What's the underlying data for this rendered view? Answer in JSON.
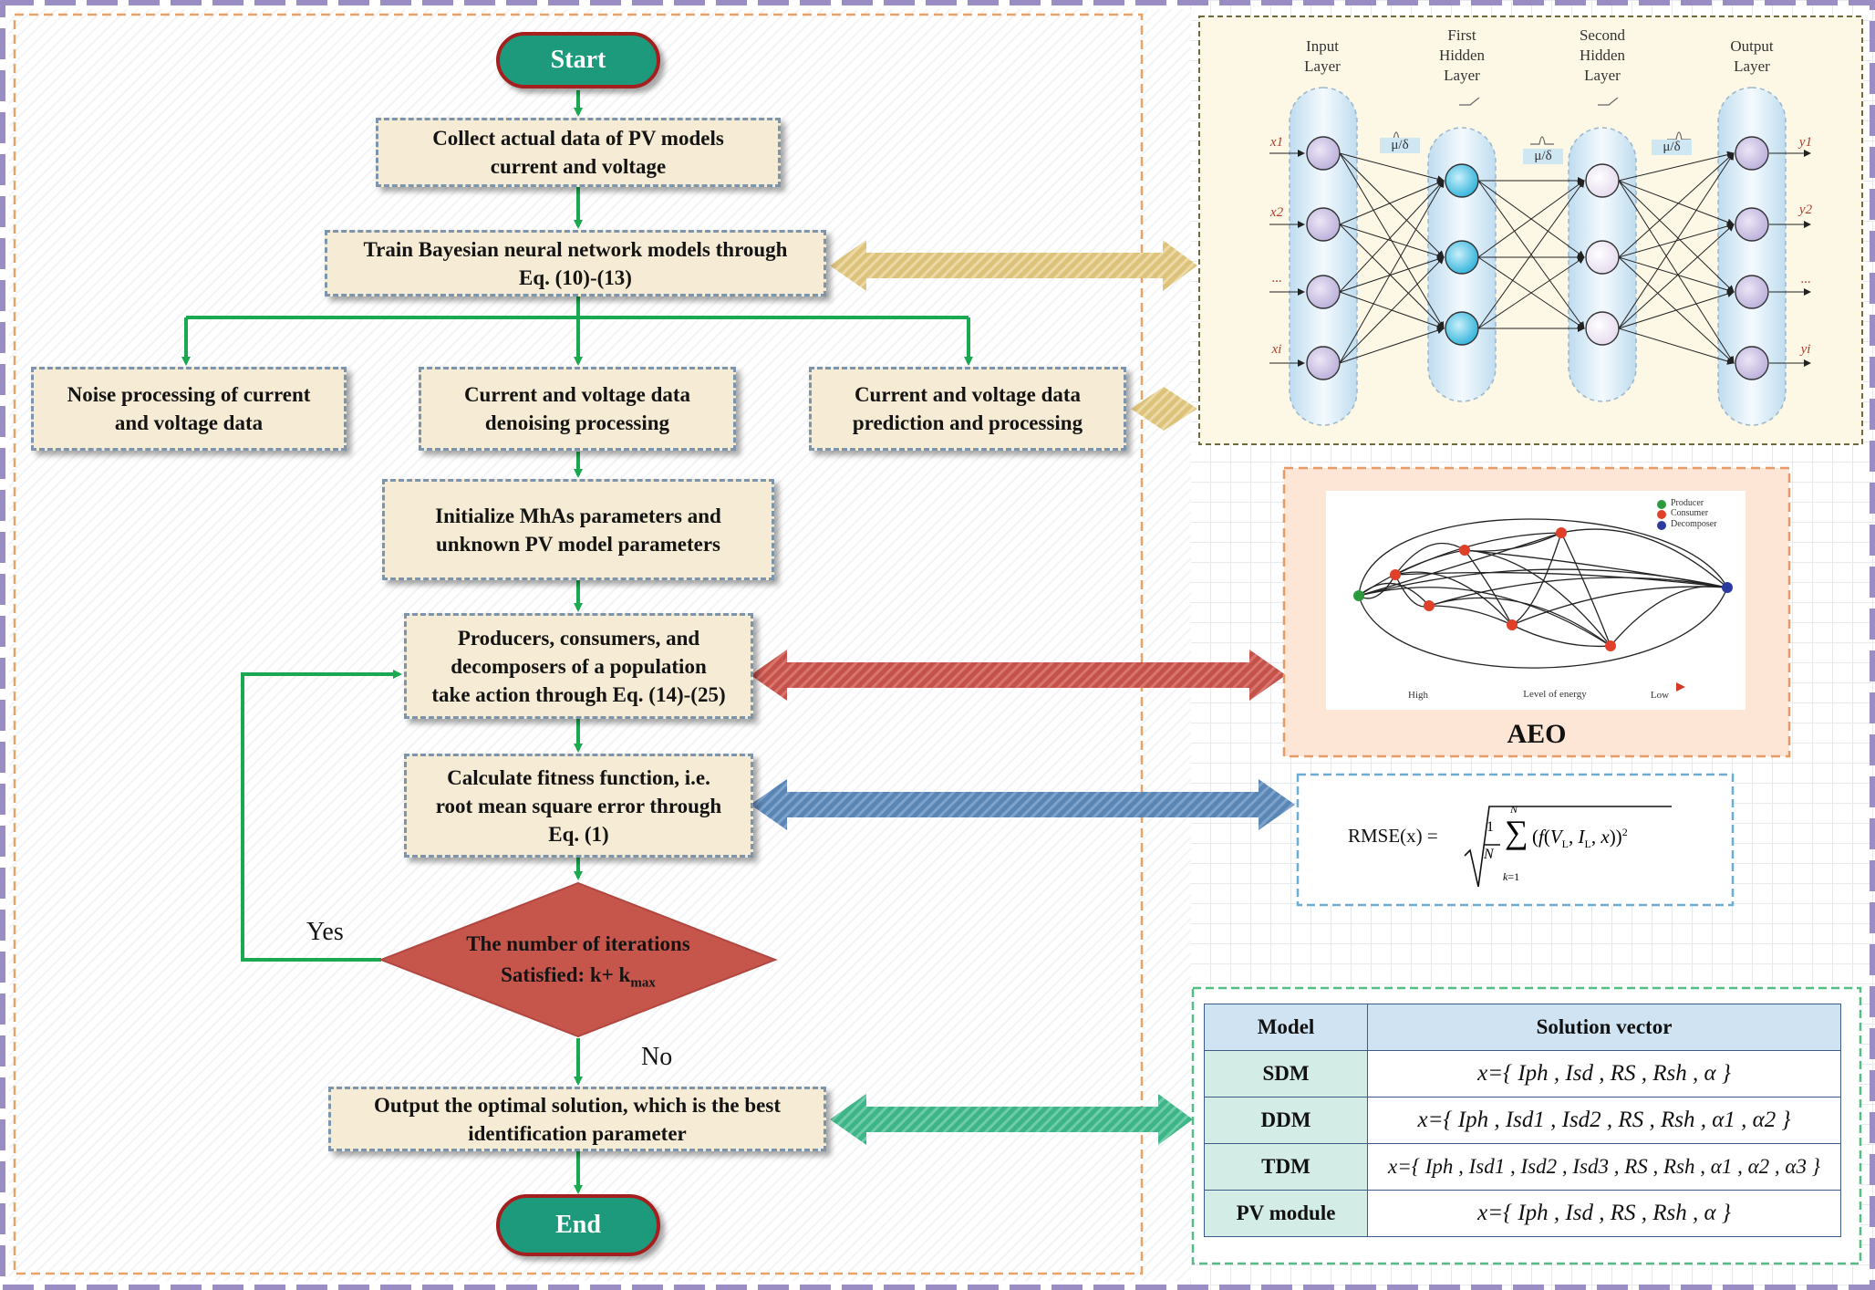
{
  "flow": {
    "start": "Start",
    "end": "End",
    "collect": "Collect actual data of PV models\ncurrent and voltage",
    "train": "Train Bayesian neural network models through\nEq. (10)-(13)",
    "noise": "Noise processing of current\nand voltage data",
    "denoise": "Current and voltage data\ndenoising processing",
    "predict": "Current and voltage data\nprediction and processing",
    "init": "Initialize MhAs parameters and\nunknown PV model parameters",
    "producers": "Producers, consumers, and\ndecomposers of a population\ntake action through Eq. (14)-(25)",
    "fitness": "Calculate fitness function, i.e.\nroot mean square error through\nEq. (1)",
    "decision_line1": "The number of iterations",
    "decision_line2": "Satisfied: k+ k",
    "decision_sub": "max",
    "yes": "Yes",
    "no": "No",
    "output": "Output the optimal solution, which is the best\nidentification parameter"
  },
  "bnn": {
    "layers": [
      "Input\nLayer",
      "First\nHidden\nLayer",
      "Second\nHidden\nLayer",
      "Output\nLayer"
    ],
    "inputs": [
      "x1",
      "x2",
      "...",
      "xi"
    ],
    "outputs": [
      "y1",
      "y2",
      "...",
      "yi"
    ],
    "dist_label": "μ/δ"
  },
  "aeo": {
    "title": "AEO",
    "legend": [
      "Producer",
      "Consumer",
      "Decomposer"
    ],
    "axis_left": "High",
    "axis_mid": "Level of energy",
    "axis_right": "Low",
    "colors": {
      "producer": "#2e9a3e",
      "consumer": "#e0402a",
      "decomposer": "#2b3a9e"
    }
  },
  "rmse": {
    "lhs": "RMSE(x) ="
  },
  "table": {
    "headers": [
      "Model",
      "Solution vector"
    ],
    "rows": [
      {
        "model": "SDM",
        "vector": "x={ Iph , Isd , RS , Rsh , α }"
      },
      {
        "model": "DDM",
        "vector": "x={ Iph , Isd1 , Isd2 , RS , Rsh , α1 , α2 }"
      },
      {
        "model": "TDM",
        "vector": "x={ Iph , Isd1 , Isd2 , Isd3 , RS , Rsh , α1 , α2 , α3 }"
      },
      {
        "model": "PV module",
        "vector": "x={ Iph , Isd , RS , Rsh , α }"
      }
    ]
  }
}
